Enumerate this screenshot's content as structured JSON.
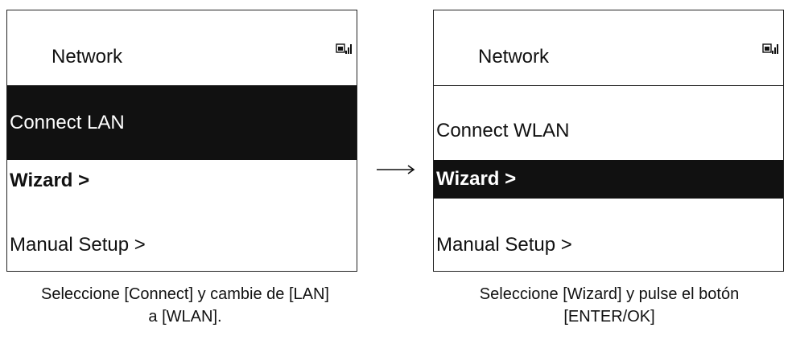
{
  "screens": [
    {
      "title": "Network",
      "header_icon": "signal-icon",
      "items": [
        {
          "label": "Connect  LAN",
          "selected": true,
          "bold": false
        },
        {
          "label": "Wizard  >",
          "selected": false,
          "bold": true
        },
        {
          "label": "Manual Setup  >",
          "selected": false,
          "bold": false
        }
      ]
    },
    {
      "title": "Network",
      "header_icon": "signal-icon",
      "items": [
        {
          "label": "Connect  WLAN",
          "selected": false,
          "bold": false
        },
        {
          "label": "Wizard  >",
          "selected": true,
          "bold": true
        },
        {
          "label": "Manual Setup  >",
          "selected": false,
          "bold": false
        }
      ]
    }
  ],
  "captions": {
    "left_line1": "Seleccione [Connect] y cambie de [LAN]",
    "left_line2": "a [WLAN].",
    "right_line1": "Seleccione [Wizard] y pulse el botón",
    "right_line2": "[ENTER/OK]"
  },
  "transition_icon": "arrow-right-icon",
  "colors": {
    "selected_bg": "#111111",
    "selected_fg": "#ffffff",
    "border": "#222222"
  }
}
